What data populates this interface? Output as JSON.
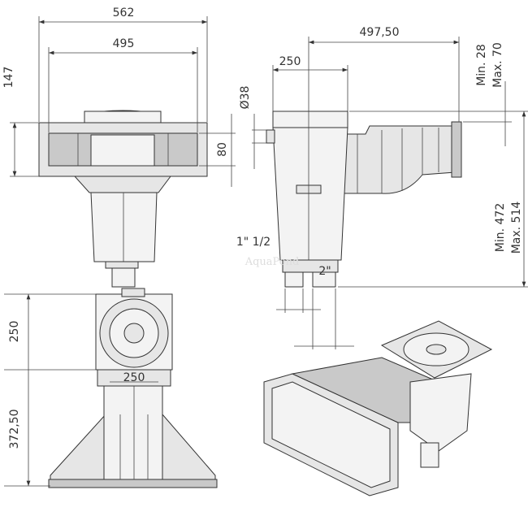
{
  "front_view": {
    "width_outer": "562",
    "width_inner": "495",
    "height": "147",
    "opening": "80"
  },
  "side_view": {
    "length": "497,50",
    "body_width": "250",
    "pipe_diameter": "Ø38",
    "top_min": "Min. 28",
    "top_max": "Max. 70",
    "height_min": "Min. 472",
    "height_max": "Max. 514",
    "outlet_small": "1\" 1/2",
    "outlet_large": "2\""
  },
  "top_view": {
    "square": "250",
    "inner": "250",
    "depth": "372,50"
  },
  "watermark": "AquaPond"
}
